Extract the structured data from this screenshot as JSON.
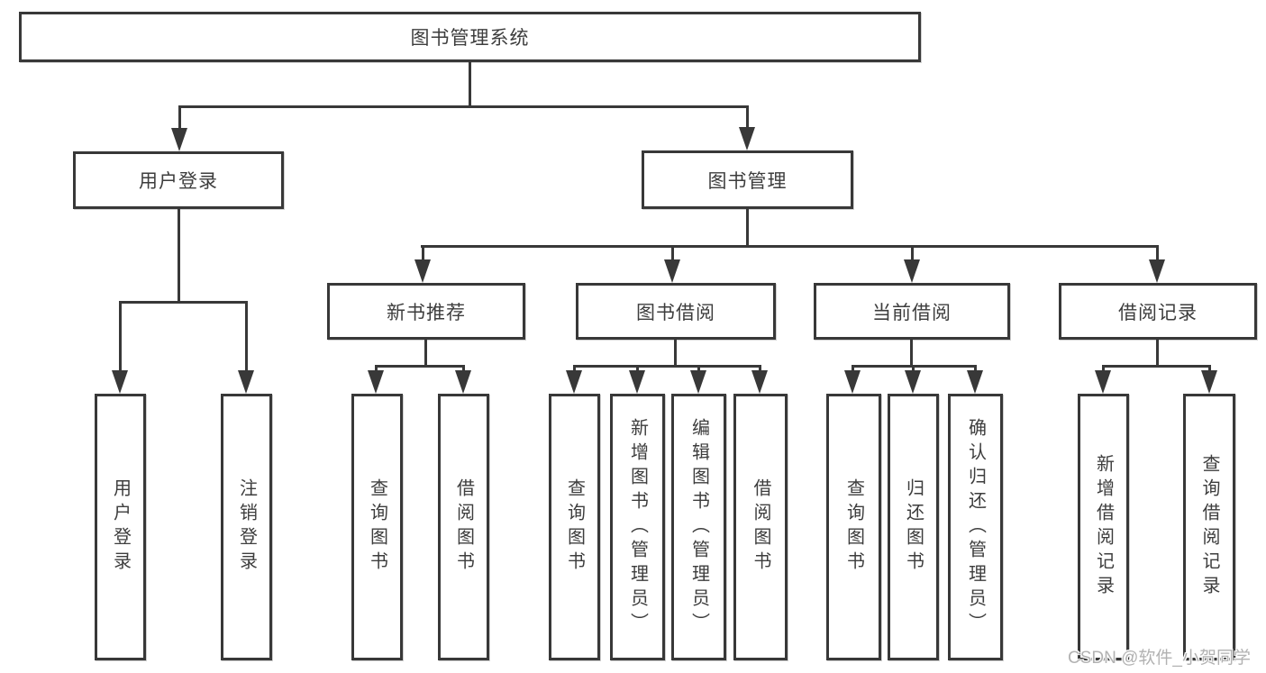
{
  "title": "图书管理系统",
  "nodes": {
    "root": "图书管理系统",
    "user_login": "用户登录",
    "book_mgmt": "图书管理",
    "new_books": "新书推荐",
    "book_borrow": "图书借阅",
    "current_borrow": "当前借阅",
    "borrow_records": "借阅记录",
    "leaf_user_login": "用户登录",
    "leaf_logout": "注销登录",
    "leaf_nb_query": "查询图书",
    "leaf_nb_borrow": "借阅图书",
    "leaf_bb_query": "查询图书",
    "leaf_bb_add": "新增图书（管理员）",
    "leaf_bb_edit": "编辑图书（管理员）",
    "leaf_bb_borrow": "借阅图书",
    "leaf_cb_query": "查询图书",
    "leaf_cb_return": "归还图书",
    "leaf_cb_confirm": "确认归还（管理员）",
    "leaf_br_add": "新增借阅记录",
    "leaf_br_query": "查询借阅记录"
  },
  "hierarchy": {
    "图书管理系统": {
      "用户登录": [
        "用户登录",
        "注销登录"
      ],
      "图书管理": {
        "新书推荐": [
          "查询图书",
          "借阅图书"
        ],
        "图书借阅": [
          "查询图书",
          "新增图书（管理员）",
          "编辑图书（管理员）",
          "借阅图书"
        ],
        "当前借阅": [
          "查询图书",
          "归还图书",
          "确认归还（管理员）"
        ],
        "借阅记录": [
          "新增借阅记录",
          "查询借阅记录"
        ]
      }
    }
  },
  "watermark": "CSDN @软件_小贺同学",
  "colors": {
    "line": "#383838",
    "text": "#3d3d3d",
    "watermark": "#b2b2b2",
    "background": "#ffffff"
  }
}
